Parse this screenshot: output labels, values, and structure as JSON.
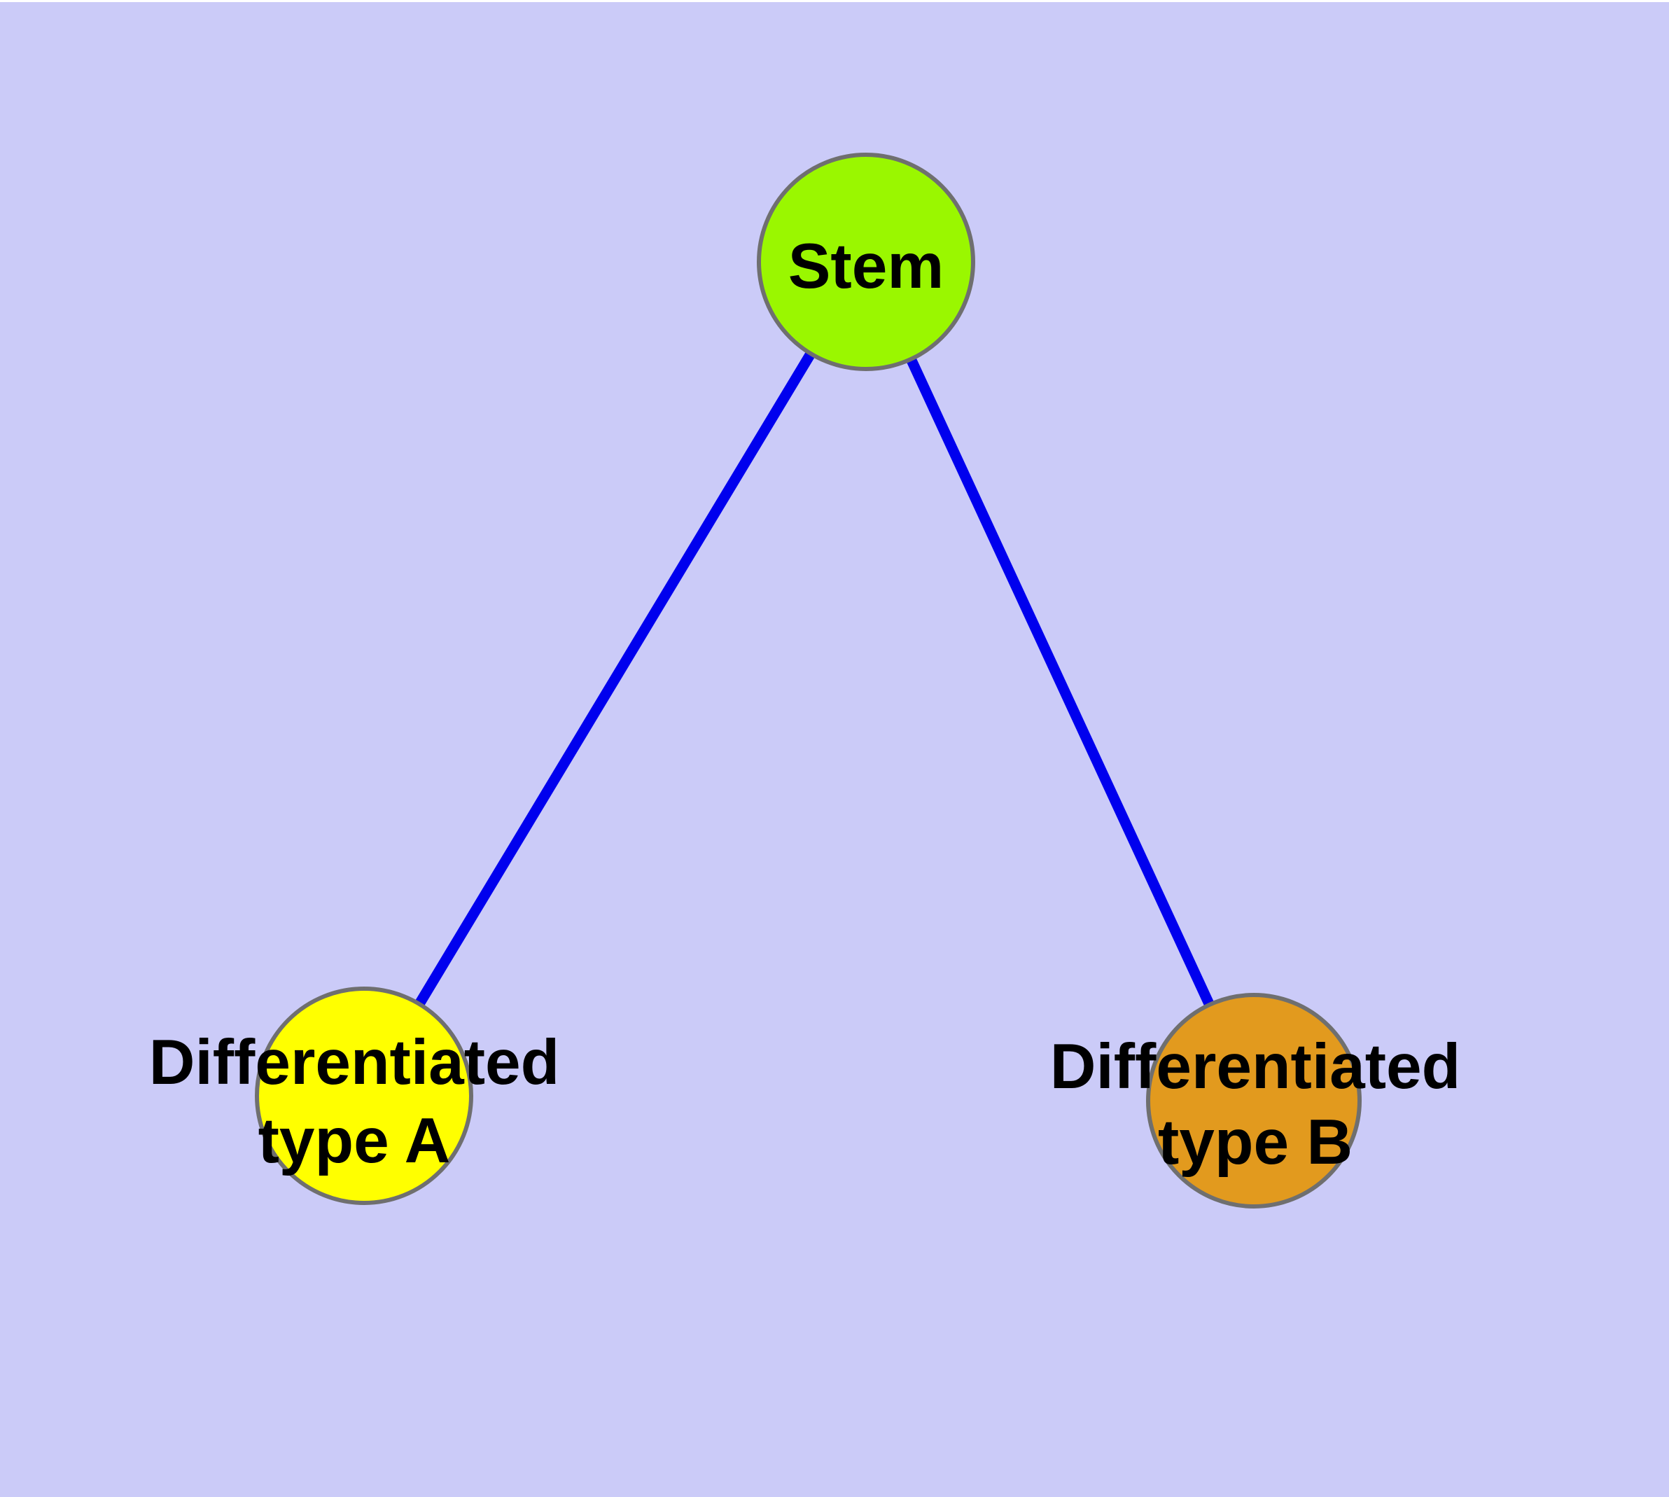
{
  "canvas": {
    "background": "#CBCBF8",
    "top_edge_color": "#FFFFFF"
  },
  "diagram": {
    "type": "graph",
    "description": "Stem cell differentiation tree: one root node connected to two differentiated cell type nodes",
    "nodes": [
      {
        "id": "stem",
        "label": "Stem",
        "fill": "#9AF700",
        "stroke": "#6F6F6F"
      },
      {
        "id": "typeA",
        "lines": [
          "Differentiated",
          "type A"
        ],
        "fill": "#FFFF00",
        "stroke": "#6F6F6F"
      },
      {
        "id": "typeB",
        "lines": [
          "Differentiated",
          "type B"
        ],
        "fill": "#E29A1E",
        "stroke": "#6F6F6F"
      }
    ],
    "edges": [
      {
        "from": "stem",
        "to": "typeA",
        "color": "#0000EE"
      },
      {
        "from": "stem",
        "to": "typeB",
        "color": "#0000EE"
      }
    ],
    "text_color": "#000000"
  }
}
